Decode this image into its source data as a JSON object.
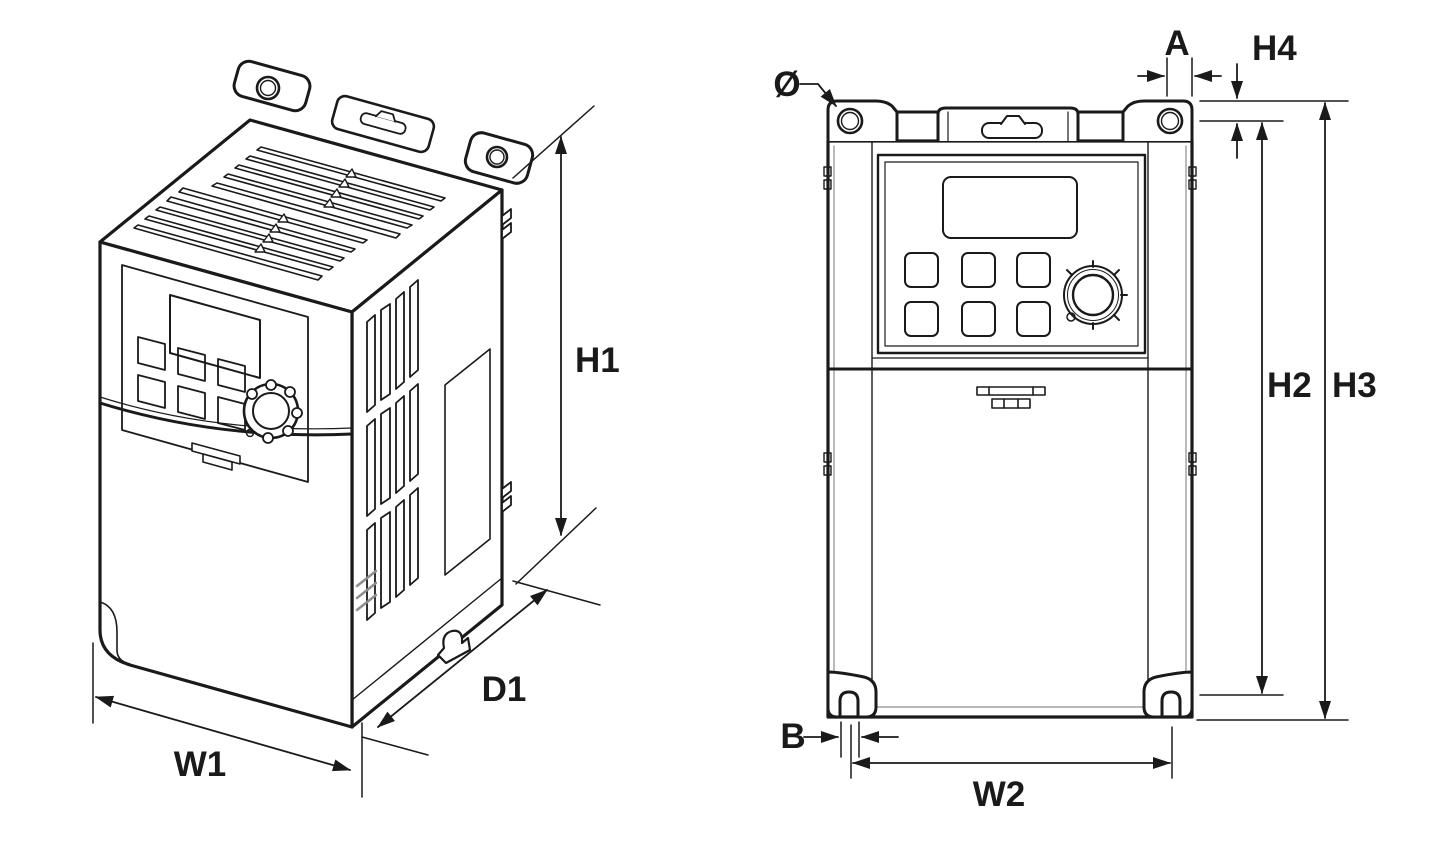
{
  "page": {
    "background": "#ffffff",
    "line_color": "#1a1a1a",
    "detail_gray": "#8e8e8e"
  },
  "diagram": {
    "kind": "technical-dimension-drawing",
    "subject": "inverter drive enclosure (keypad, dial knob, vent slots, mounting tabs)",
    "views": [
      {
        "name": "isometric-view",
        "dimension_labels": [
          "W1",
          "D1",
          "H1"
        ]
      },
      {
        "name": "front-view",
        "dimension_labels": [
          "Ø",
          "A",
          "H4",
          "H2",
          "H3",
          "B",
          "W2"
        ]
      }
    ]
  },
  "labels": {
    "w1": "W1",
    "d1": "D1",
    "h1": "H1",
    "dia": "Ø",
    "a": "A",
    "h4": "H4",
    "h2": "H2",
    "h3": "H3",
    "b": "B",
    "w2": "W2"
  }
}
